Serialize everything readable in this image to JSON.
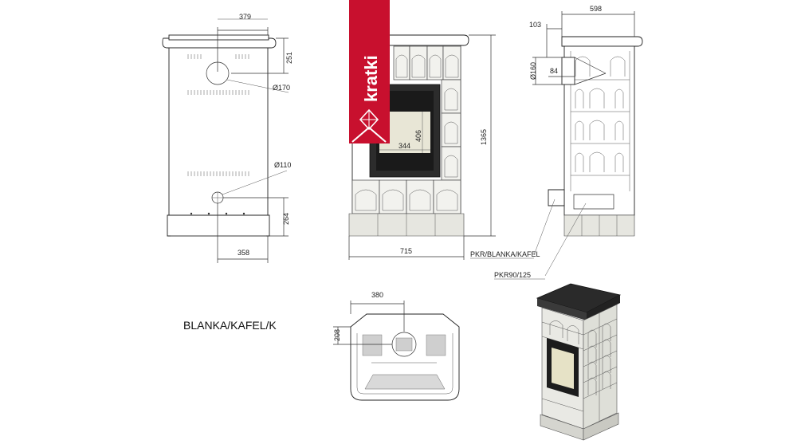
{
  "brand": {
    "name": "kratki",
    "color": "#c8102e"
  },
  "model_label": "BLANKA/KAFEL/K",
  "back_view": {
    "dim_top_width": "379",
    "dim_top_height": "251",
    "dim_flue_top": "Ø170",
    "dim_flue_bottom": "Ø110",
    "dim_bottom_height": "264",
    "dim_bottom_width": "358"
  },
  "front_view": {
    "dim_glass_width": "344",
    "dim_glass_height": "406",
    "dim_height": "1365",
    "dim_width": "715"
  },
  "side_view": {
    "dim_depth": "598",
    "dim_offset": "103",
    "dim_flue": "Ø160",
    "dim_flue_depth": "84",
    "label_stove": "PKR/BLANKA/KAFEL",
    "label_adapter": "PKR90/125"
  },
  "top_view": {
    "dim_width": "380",
    "dim_depth": "208"
  }
}
